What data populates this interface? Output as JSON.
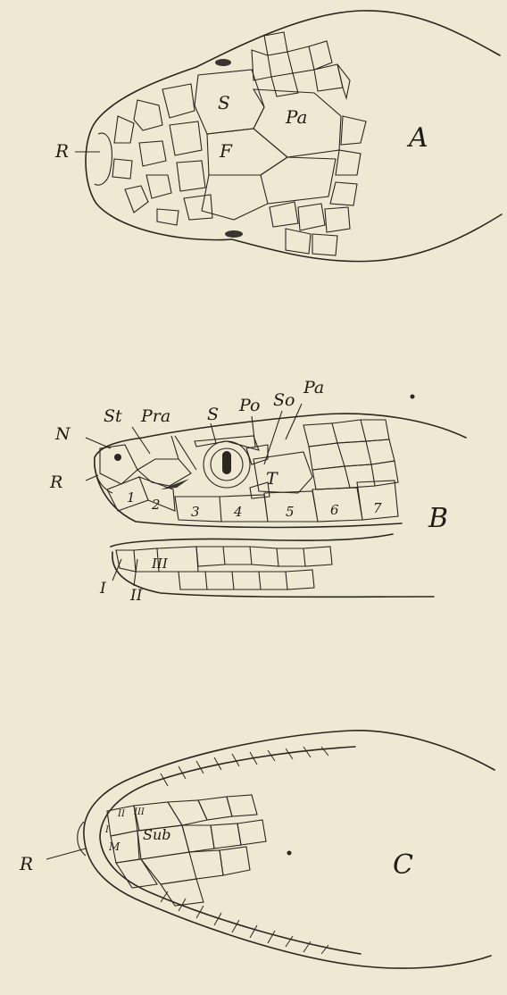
{
  "figure": {
    "A": {
      "panel_letter": "A",
      "labels": {
        "rostral": "R",
        "supraocular": "S",
        "parietal": "Pa",
        "frontal": "F"
      }
    },
    "B": {
      "panel_letter": "B",
      "labels": {
        "nasal": "N",
        "rostral": "R",
        "supranasal": "St",
        "preocular": "Pra",
        "supraocular": "S",
        "postocular": "Po",
        "subocular": "So",
        "parietal": "Pa",
        "temporal": "T",
        "upper_labials": [
          "1",
          "2",
          "3",
          "4",
          "5",
          "6",
          "7"
        ],
        "lower_labials": [
          "I",
          "II",
          "III"
        ]
      }
    },
    "C": {
      "panel_letter": "C",
      "labels": {
        "rostral": "R",
        "mental": "M",
        "sublingual": "Sub",
        "lower_labial_1": "I",
        "lower_labial_2": "II",
        "lower_labial_3": "III"
      }
    }
  }
}
